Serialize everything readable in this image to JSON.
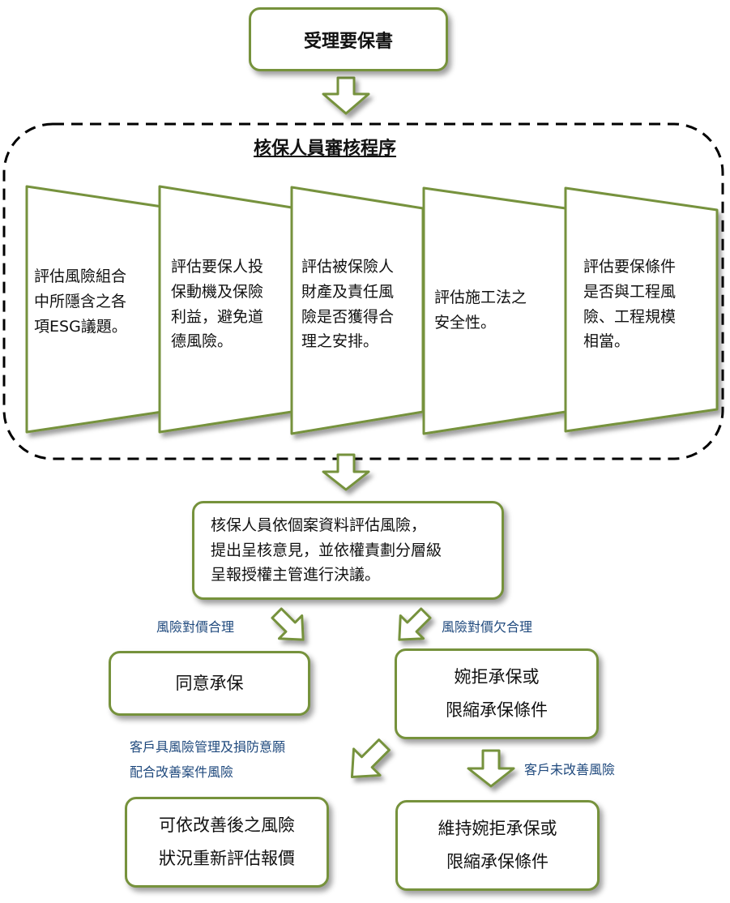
{
  "start": {
    "label": "受理要保書"
  },
  "review": {
    "title": "核保人員審核程序",
    "steps": [
      {
        "label": "評估風險組合\n中所隱含之各\n項ESG議題。"
      },
      {
        "label": "評估要保人投\n保動機及保險\n利益，避免道\n德風險。"
      },
      {
        "label": "評估被保險人\n財產及責任風\n險是否獲得合\n理之安排。"
      },
      {
        "label": "評估施工法之\n安全性。"
      },
      {
        "label": "評估要保條件\n是否與工程風\n險、工程規模\n相當。"
      }
    ]
  },
  "assessment": {
    "label": "核保人員依個案資料評估風險，\n提出呈核意見，並依權責劃分層級\n呈報授權主管進行決議。"
  },
  "branches": {
    "left_label": "風險對價合理",
    "right_label": "風險對價欠合理",
    "accept": "同意承保",
    "decline": "婉拒承保或\n限縮承保條件"
  },
  "followups": {
    "left_label": "客戶具風險管理及損防意願\n配合改善案件風險",
    "right_label": "客戶未改善風險",
    "reassess": "可依改善後之風險\n狀況重新評估報價",
    "maintain": "維持婉拒承保或\n限縮承保條件"
  },
  "colors": {
    "border": "#76923c",
    "dash": "#000000",
    "label": "#1f497d"
  }
}
